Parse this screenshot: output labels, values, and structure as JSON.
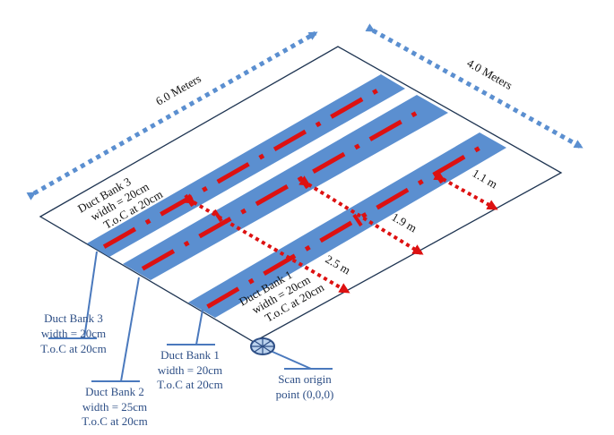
{
  "colors": {
    "plate_outline": "#1f3552",
    "band_fill": "#5b8fd0",
    "centerline": "#dd1111",
    "dimension_arrow_blue": "#5b8fd0",
    "offset_arrow_red": "#dd1111",
    "callout_line": "#4a79bd",
    "callout_text": "#2e4f86",
    "origin_fill": "#bcd3ee"
  },
  "dimensions": {
    "length_label": "6.0 Meters",
    "width_label": "4.0 Meters"
  },
  "offsets": [
    {
      "label": "2.5 m"
    },
    {
      "label": "1.9 m"
    },
    {
      "label": "1.1 m"
    }
  ],
  "on_plate_labels": {
    "bank3": [
      "Duct Bank 3",
      "width = 20cm",
      "T.o.C at 20cm"
    ],
    "bank1": [
      "Duct Bank 1",
      "width = 20cm",
      "T.o.C at 20cm"
    ]
  },
  "callouts": {
    "bank3": [
      "Duct Bank 3",
      "width = 20cm",
      "T.o.C at 20cm"
    ],
    "bank2": [
      "Duct Bank 2",
      "width = 25cm",
      "T.o.C at 20cm"
    ],
    "bank1": [
      "Duct Bank 1",
      "width = 20cm",
      "T.o.C at 20cm"
    ],
    "origin": [
      "Scan origin",
      "point (0,0,0)"
    ]
  },
  "duct_banks": [
    {
      "name": "Duct Bank 1",
      "width_cm": 20,
      "toc_cm": 20,
      "offset_m": 2.5
    },
    {
      "name": "Duct Bank 2",
      "width_cm": 25,
      "toc_cm": 20,
      "offset_m": 1.9
    },
    {
      "name": "Duct Bank 3",
      "width_cm": 20,
      "toc_cm": 20,
      "offset_m": 1.1
    }
  ]
}
